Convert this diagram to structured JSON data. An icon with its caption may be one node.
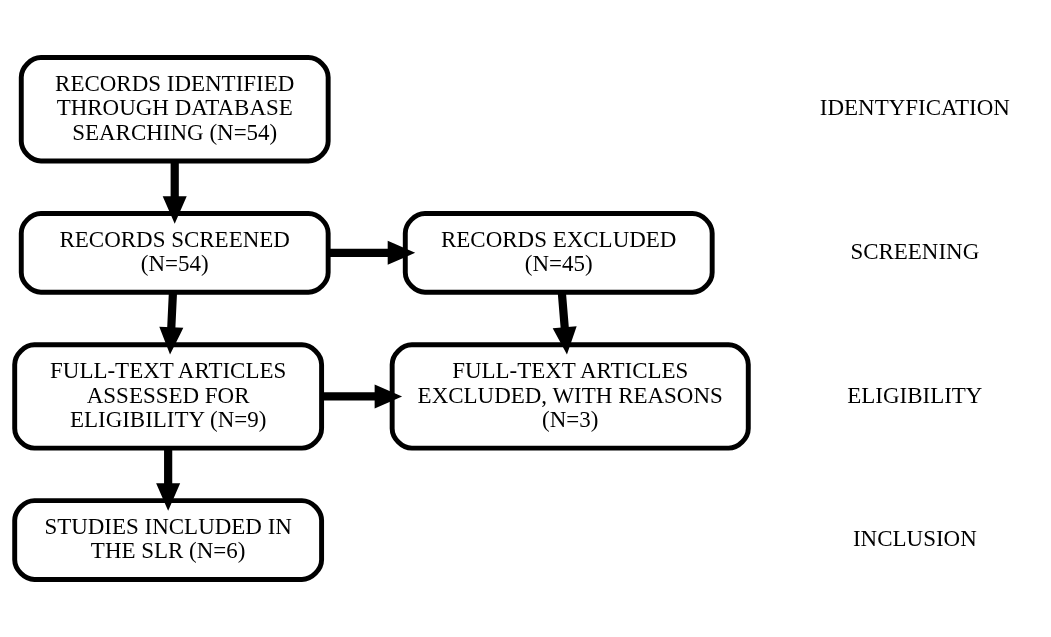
{
  "diagram": {
    "nodes": [
      {
        "text": [
          "RECORDS IDENTIFIED THROUGH DATABASE SEARCHING (N=54)"
        ]
      },
      {
        "text": [
          "RECORDS SCREENED (N=54)"
        ]
      },
      {
        "text": [
          "RECORDS EXCLUDED (N=45)"
        ]
      },
      {
        "text": [
          "FULL-TEXT ARTICLES ASSESSED FOR ELIGIBILITY (N=9)"
        ]
      },
      {
        "text": [
          "FULL-TEXT ARTICLES EXCLUDED, WITH REASONS (N=3)"
        ]
      },
      {
        "text": [
          "STUDIES INCLUDED IN THE SLR (N=6)"
        ]
      }
    ],
    "edges": [
      {
        "from": 0,
        "to": 1,
        "arrow": "to"
      },
      {
        "from": 1,
        "to": 2,
        "arrow": "to"
      },
      {
        "from": 1,
        "to": 3,
        "arrow": "to"
      },
      {
        "from": 2,
        "to": 4,
        "arrow": "to"
      },
      {
        "from": 3,
        "to": 4,
        "arrow": "to"
      },
      {
        "from": 3,
        "to": 5,
        "arrow": "to"
      }
    ],
    "labels": [
      "IDENTYFICATION",
      "SCREENING",
      "ELIGIBILITY",
      "INCLUSION"
    ]
  }
}
